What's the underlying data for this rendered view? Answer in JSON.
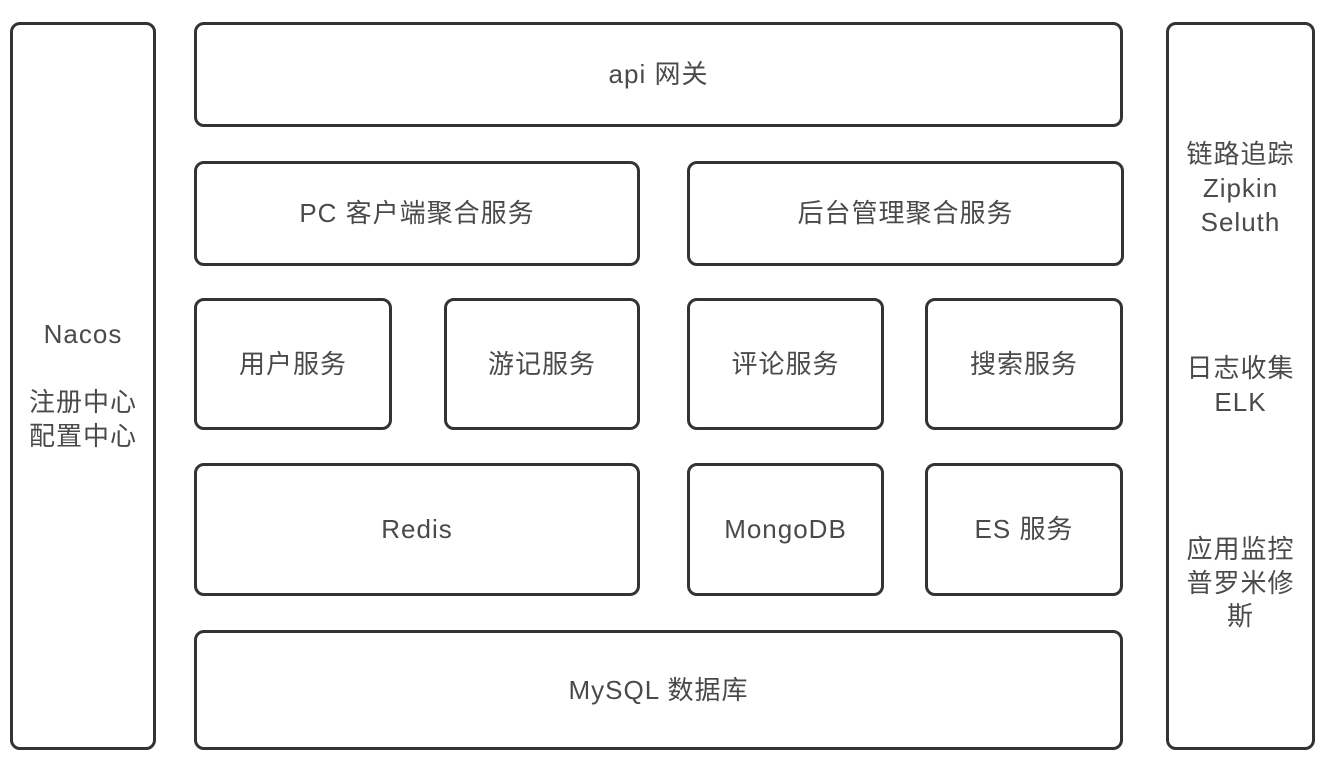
{
  "colors": {
    "border": "#333333",
    "text": "#4a4a4a",
    "background": "#ffffff"
  },
  "nodes": {
    "nacos": {
      "lines": [
        "Nacos",
        "",
        "注册中心",
        "配置中心"
      ]
    },
    "api_gateway": {
      "label": "api 网关"
    },
    "pc_client_aggregation": {
      "label": "PC 客户端聚合服务"
    },
    "admin_aggregation": {
      "label": "后台管理聚合服务"
    },
    "user_service": {
      "label": "用户服务"
    },
    "travel_note_service": {
      "label": "游记服务"
    },
    "comment_service": {
      "label": "评论服务"
    },
    "search_service": {
      "label": "搜索服务"
    },
    "redis": {
      "label": "Redis"
    },
    "mongodb": {
      "label": "MongoDB"
    },
    "es_service": {
      "label": "ES 服务"
    },
    "mysql": {
      "label": "MySQL 数据库"
    },
    "link_tracing": {
      "lines": [
        "链路追踪",
        "Zipkin",
        "Seluth"
      ]
    },
    "log_collection": {
      "lines": [
        "日志收集",
        "ELK"
      ]
    },
    "app_monitoring": {
      "lines": [
        "应用监控",
        "普罗米修",
        "斯"
      ]
    }
  }
}
